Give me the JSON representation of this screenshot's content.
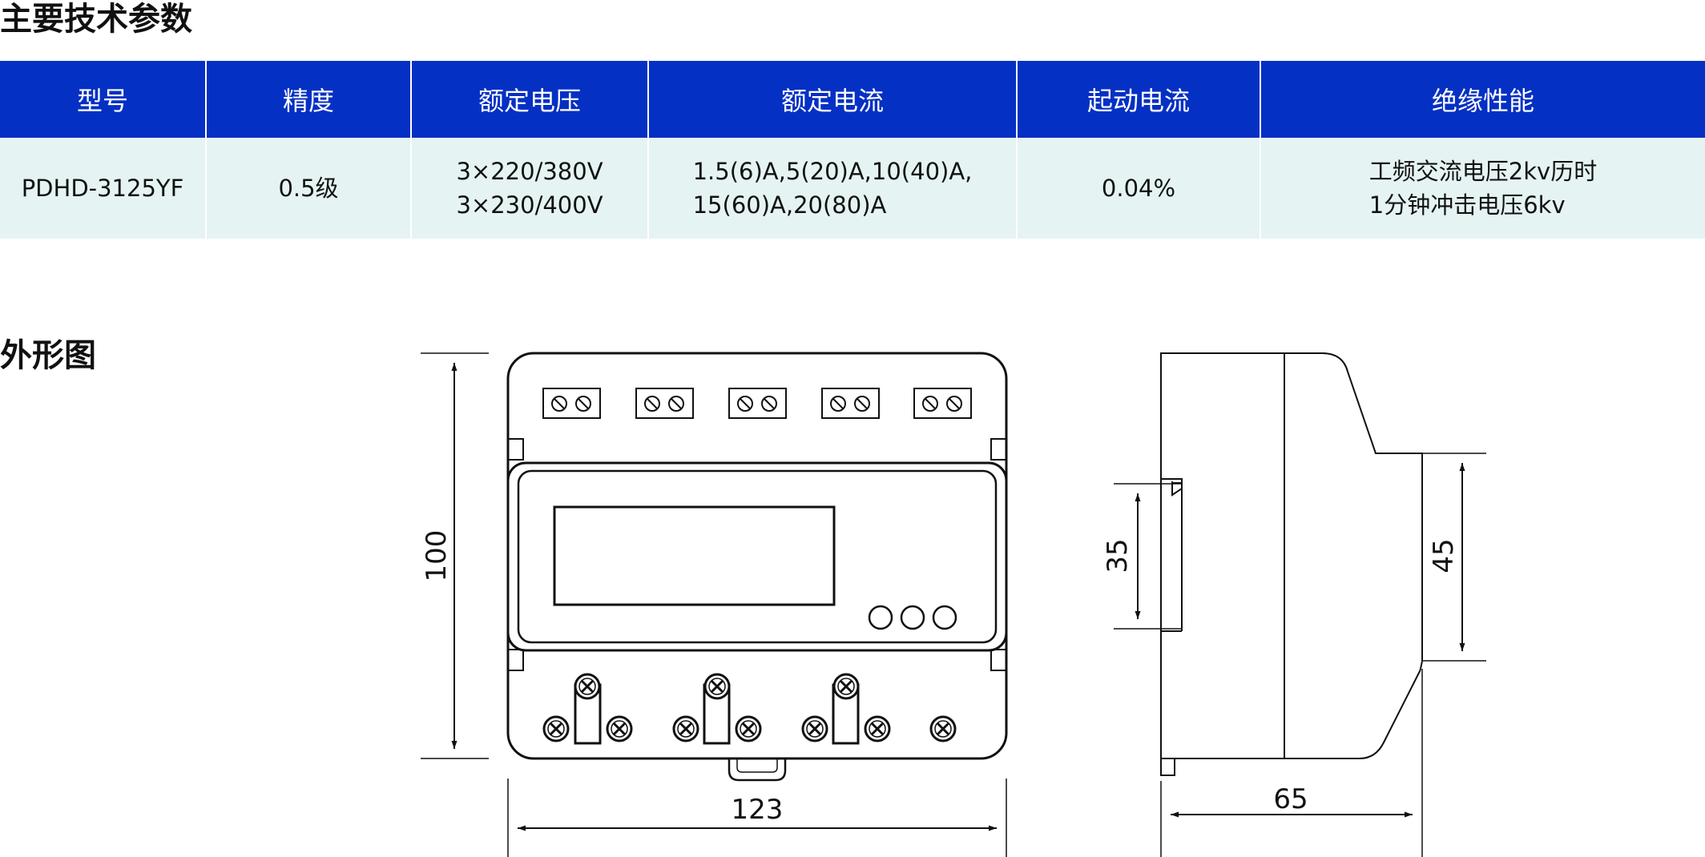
{
  "sections": {
    "params_title": "主要技术参数",
    "outline_title": "外形图"
  },
  "table": {
    "headers": [
      "型号",
      "精度",
      "额定电压",
      "额定电流",
      "起动电流",
      "绝缘性能"
    ],
    "row": {
      "model": "PDHD-3125YF",
      "accuracy": "0.5级",
      "voltage": [
        "3×220/380V",
        "3×230/400V"
      ],
      "current": [
        "1.5(6)A,5(20)A,10(40)A,",
        "15(60)A,20(80)A"
      ],
      "start_current": "0.04%",
      "insulation": [
        "工频交流电压2kv历时",
        "1分钟冲击电压6kv"
      ]
    }
  },
  "dimensions": {
    "front_height": "100",
    "front_width": "123",
    "side_rail": "35",
    "side_step": "45",
    "side_depth": "65"
  },
  "colors": {
    "header_bg": "#0530c4",
    "row_bg": "#e5f3f3"
  }
}
